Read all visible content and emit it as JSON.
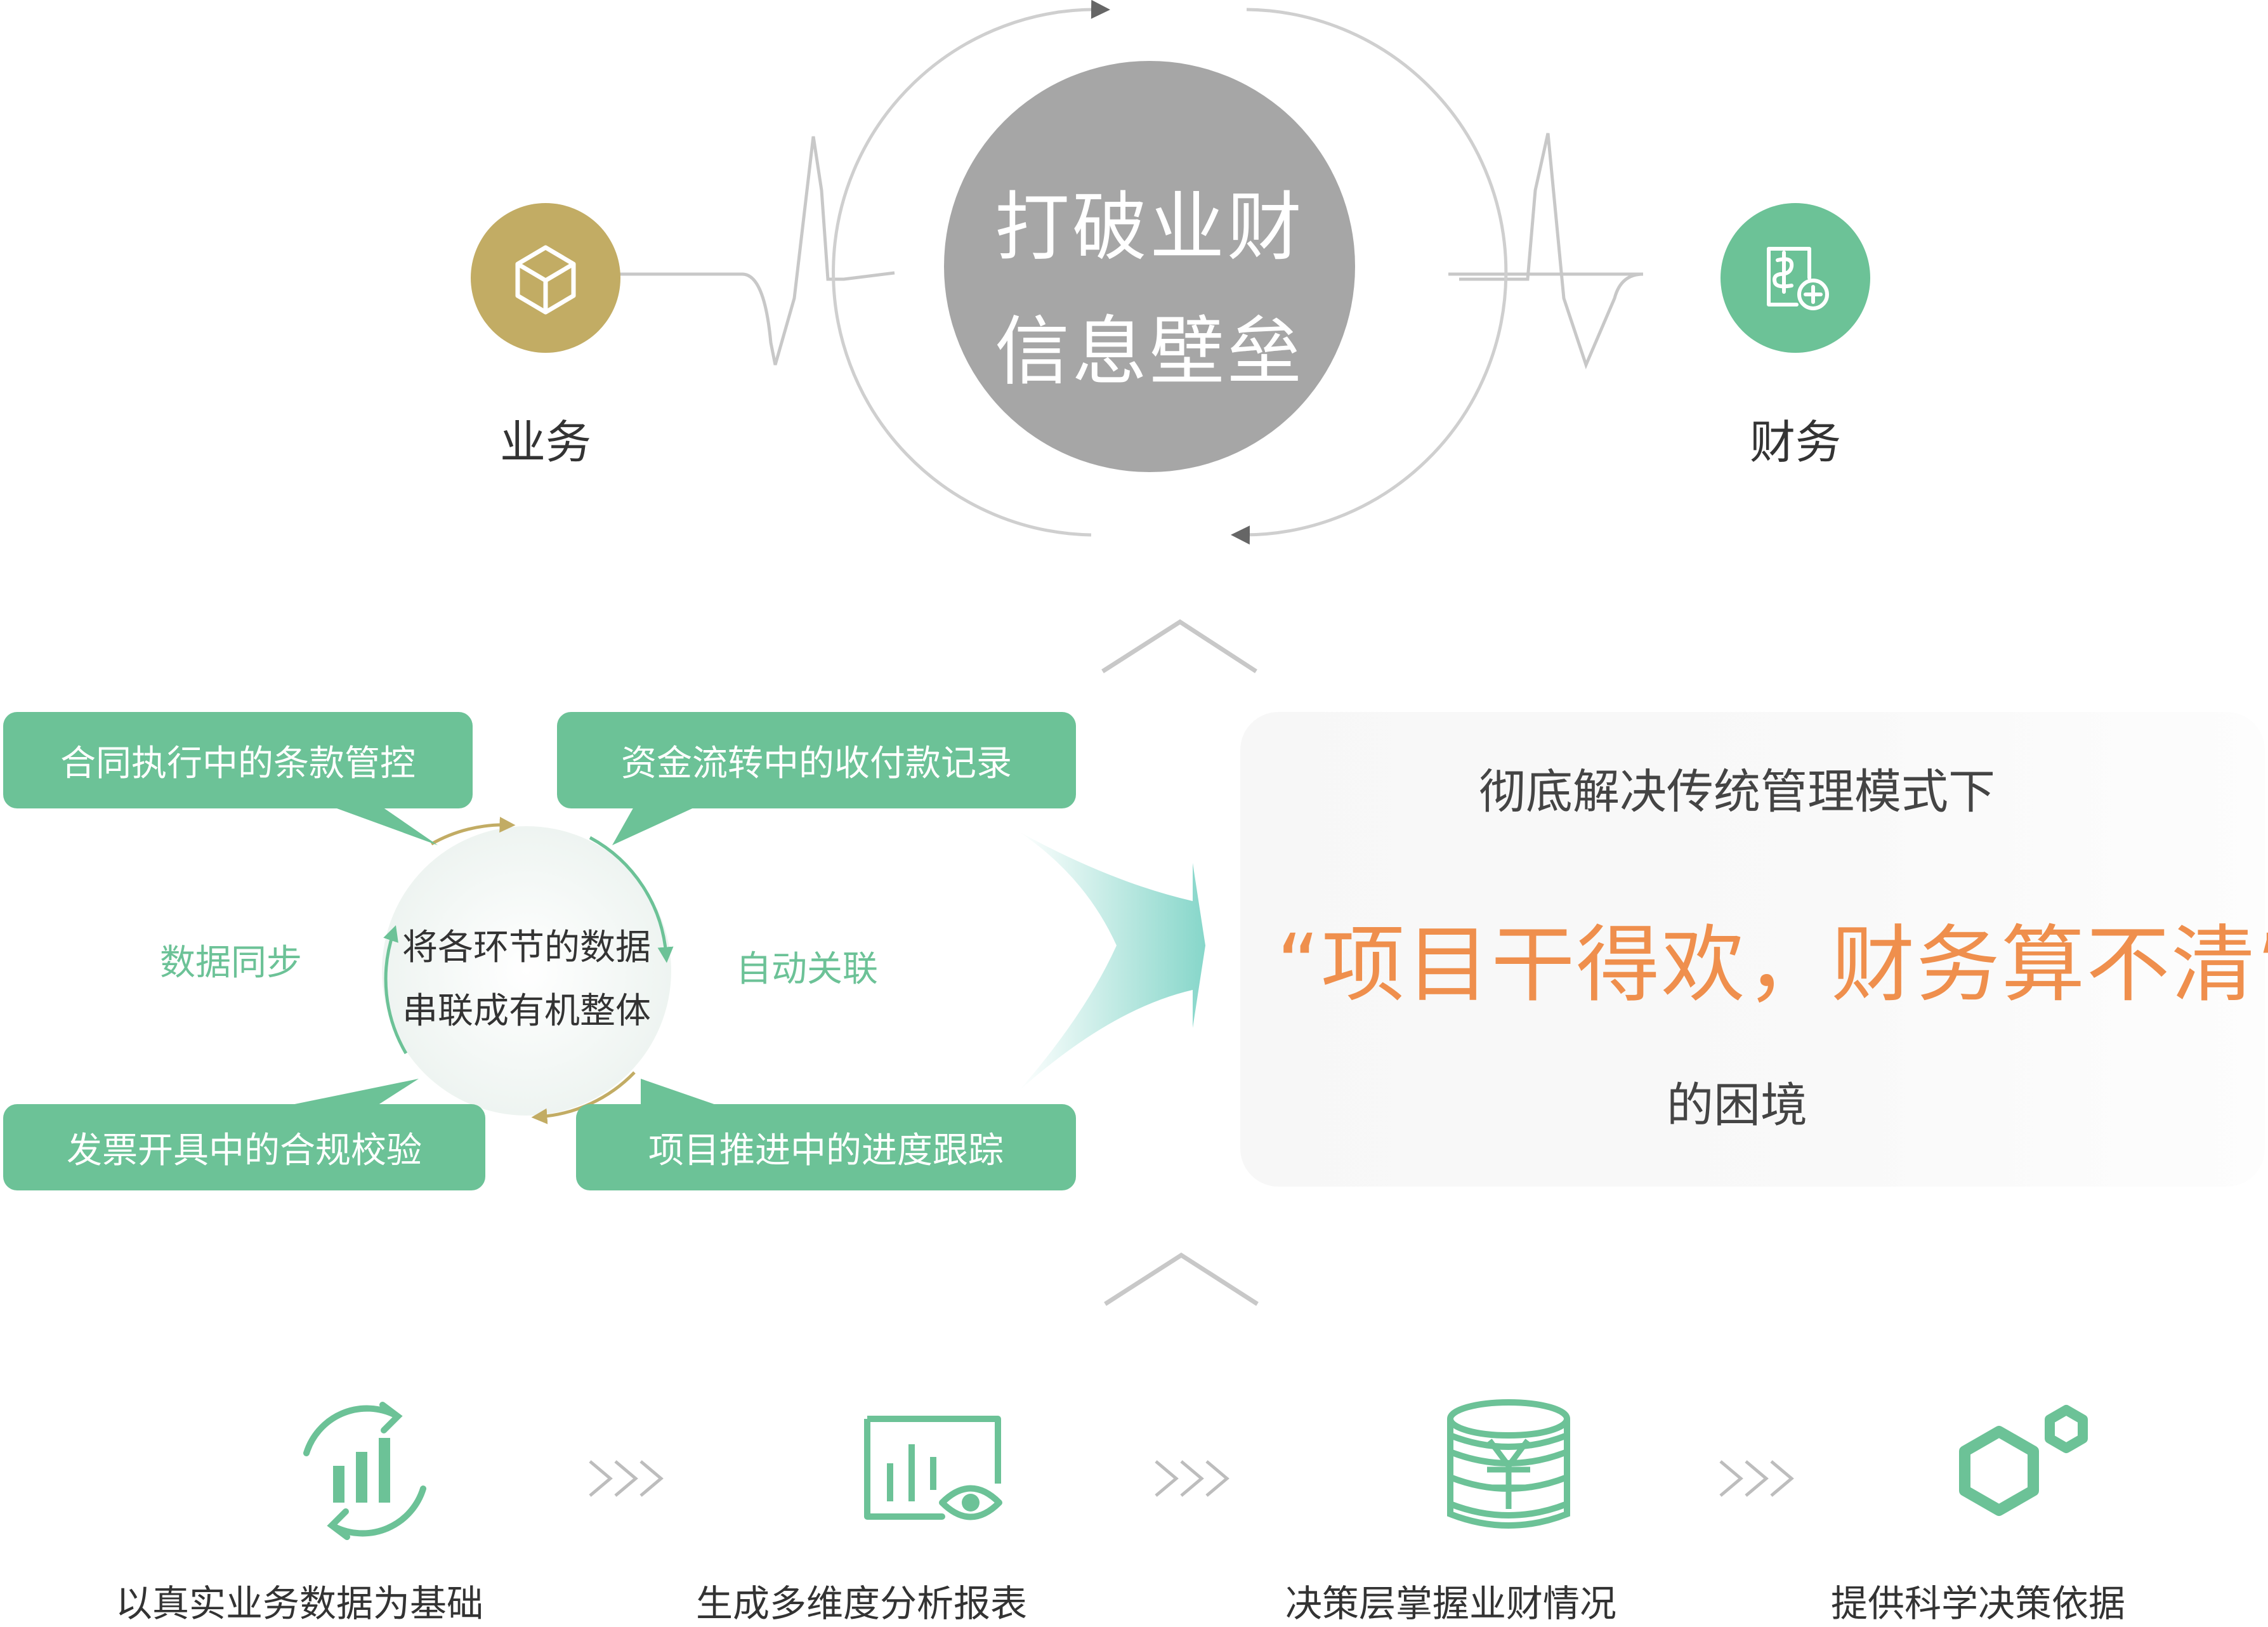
{
  "top": {
    "core_line1": "打破业财",
    "core_line2": "信息壁垒",
    "left_label": "业务",
    "right_label": "财务",
    "left_icon": "box-icon",
    "right_icon": "invoice-dollar-icon"
  },
  "middle": {
    "pills": {
      "top_left": "合同执行中的条款管控",
      "top_right": "资金流转中的收付款记录",
      "bottom_left": "发票开具中的合规校验",
      "bottom_right": "项目推进中的进度跟踪"
    },
    "left_word": "数据同步",
    "right_word": "自动关联",
    "center_line1": "将各环节的数据",
    "center_line2": "串联成有机整体"
  },
  "panel": {
    "line1": "彻底解决传统管理模式下",
    "quote": "“项目干得欢，财务算不清”",
    "line3": "的困境"
  },
  "steps": [
    {
      "label": "以真实业务数据为基础",
      "icon": "chart-refresh-icon"
    },
    {
      "label": "生成多维度分析报表",
      "icon": "report-eye-icon"
    },
    {
      "label": "决策层掌握业财情况",
      "icon": "database-yuan-icon"
    },
    {
      "label": "提供科学决策依据",
      "icon": "hexagon-nodes-icon"
    }
  ],
  "colors": {
    "green": "#6cc297",
    "gold": "#c2ac64",
    "gray": "#a6a6a6",
    "orange": "#ef8f4d"
  }
}
